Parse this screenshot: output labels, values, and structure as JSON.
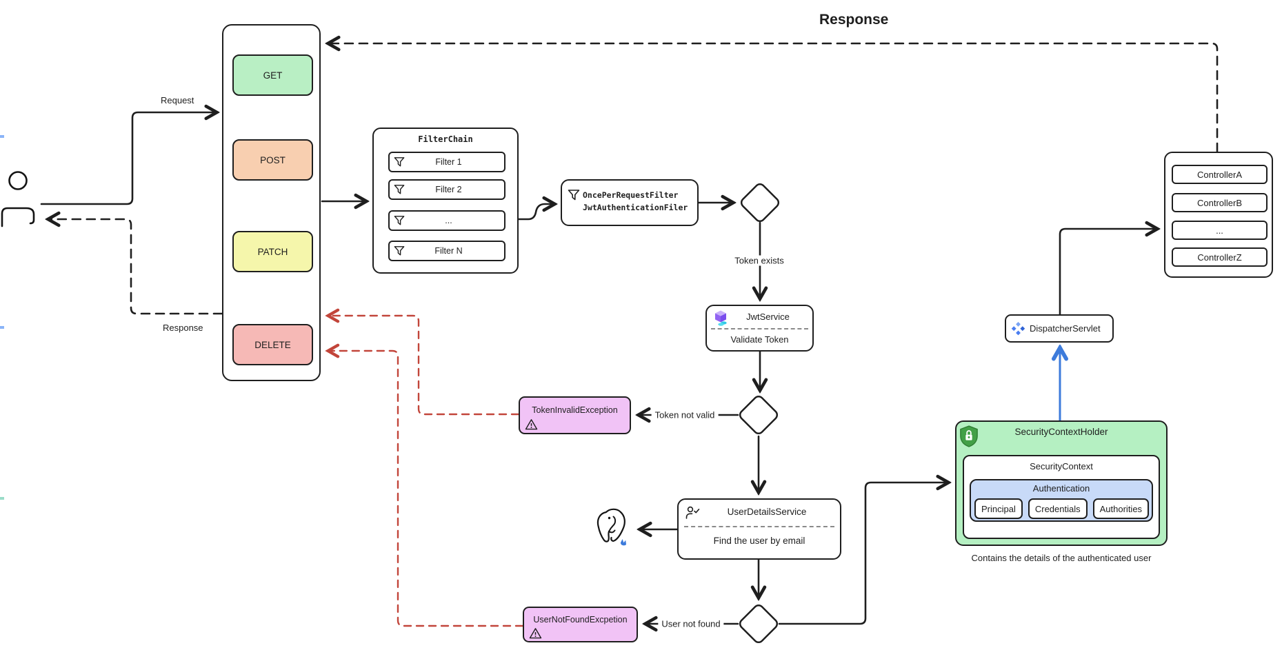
{
  "arrow_labels": {
    "request": "Request",
    "response_left": "Response",
    "response_top": "Response",
    "token_exists": "Token exists",
    "token_not_valid": "Token not valid",
    "user_not_found": "User not found"
  },
  "methods": {
    "items": [
      {
        "label": "GET",
        "color": "#b9efc4"
      },
      {
        "label": "POST",
        "color": "#f8cfb0"
      },
      {
        "label": "PATCH",
        "color": "#f5f6ab"
      },
      {
        "label": "DELETE",
        "color": "#f6b9b6"
      }
    ]
  },
  "filter_chain": {
    "title": "FilterChain",
    "filters": [
      {
        "label": "Filter 1"
      },
      {
        "label": "Filter 2"
      },
      {
        "label": "..."
      },
      {
        "label": "Filter N"
      }
    ]
  },
  "once_per_request_filter": {
    "line1": "OncePerRequestFilter",
    "line2": "JwtAuthenticationFiler"
  },
  "jwt_service": {
    "title": "JwtService",
    "action": "Validate Token"
  },
  "exceptions": {
    "token_invalid": {
      "label": "TokenInvalidException",
      "color": "#f1c3f6"
    },
    "user_not_found": {
      "label": "UserNotFoundExcpetion",
      "color": "#f1c3f6"
    }
  },
  "user_details_service": {
    "title": "UserDetailsService",
    "action": "Find the user by email"
  },
  "database": {
    "icon": "postgresql-elephant"
  },
  "security_context": {
    "holder_label": "SecurityContextHolder",
    "context_label": "SecurityContext",
    "authentication_label": "Authentication",
    "fields": [
      {
        "label": "Principal"
      },
      {
        "label": "Credentials"
      },
      {
        "label": "Authorities"
      }
    ],
    "caption": "Contains the details of the authenticated user",
    "holder_color": "#b5f0c2",
    "authentication_color": "#c8daf8"
  },
  "dispatcher_servlet": {
    "label": "DispatcherServlet"
  },
  "controllers": {
    "items": [
      {
        "label": "ControllerA"
      },
      {
        "label": "ControllerB"
      },
      {
        "label": "..."
      },
      {
        "label": "ControllerZ"
      }
    ]
  },
  "icons": {
    "funnel": "filter-funnel",
    "warning": "warning-triangle",
    "shield": "shield-lock",
    "cube": "jwt-cube",
    "person_check": "user-check",
    "diamonds": "dispatcher-diamonds",
    "elephant": "postgresql-elephant",
    "actor": "user-person"
  },
  "colors": {
    "stroke": "#1e1e1e",
    "error_dash": "#c2453a",
    "flow_blue": "#3d7bdb"
  }
}
